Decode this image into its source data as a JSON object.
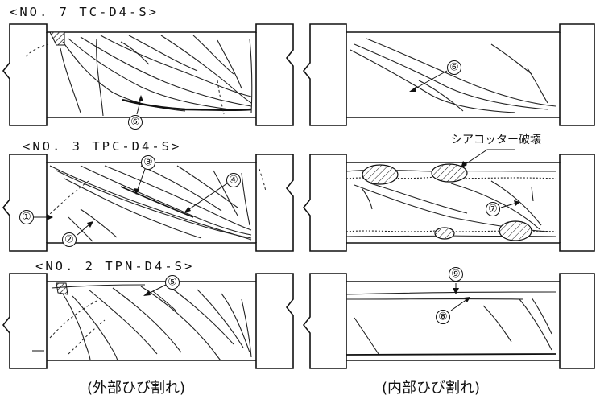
{
  "specimens": [
    {
      "title": "<NO. 7  TC-D4-S>"
    },
    {
      "title": "<NO. 3  TPC-D4-S>"
    },
    {
      "title": "<NO. 2  TPN-D4-S>"
    }
  ],
  "captions": {
    "external": "(外部ひび割れ)",
    "internal": "(内部ひび割れ)"
  },
  "annotations": {
    "shear_connector_failure": "シアコッター破壊"
  },
  "markers": [
    "①",
    "②",
    "③",
    "④",
    "⑤",
    "⑥",
    "⑦",
    "⑧",
    "⑨"
  ]
}
